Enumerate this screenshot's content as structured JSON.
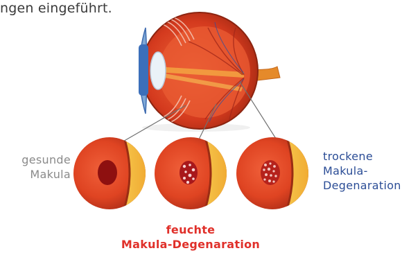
{
  "intro": {
    "text": "ngen eingeführt."
  },
  "labels": {
    "healthy_line1": "gesunde",
    "healthy_line2": "Makula",
    "dry_line1": "trockene",
    "dry_line2": "Makula-",
    "dry_line3": "Degenaration",
    "wet_line1": "feuchte",
    "wet_line2": "Makula-Degenaration"
  },
  "colors": {
    "healthy_text": "#8a8a8a",
    "dry_text": "#2b4d96",
    "wet_text": "#e0302a"
  }
}
